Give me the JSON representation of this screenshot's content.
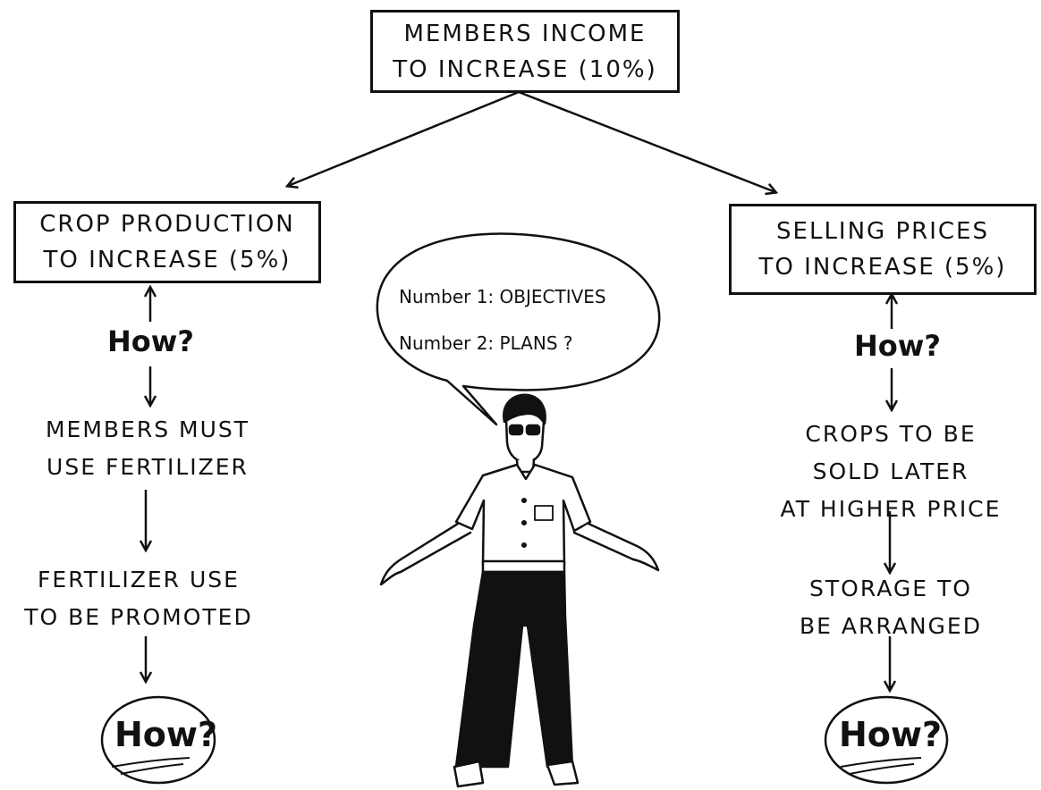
{
  "top_box": {
    "line1": "MEMBERS INCOME",
    "line2": "TO INCREASE (10%)"
  },
  "left_box": {
    "line1": "CROP PRODUCTION",
    "line2": "TO INCREASE (5%)"
  },
  "right_box": {
    "line1": "SELLING PRICES",
    "line2": "TO INCREASE (5%)"
  },
  "left_how": "How?",
  "right_how": "How?",
  "left_steps": [
    {
      "line1": "MEMBERS MUST",
      "line2": "USE FERTILIZER"
    },
    {
      "line1": "FERTILIZER USE",
      "line2": "TO BE PROMOTED"
    }
  ],
  "right_steps": [
    {
      "line1": "CROPS TO BE",
      "line2": "SOLD LATER",
      "line3": "AT HIGHER PRICE"
    },
    {
      "line1": "STORAGE TO",
      "line2": "BE ARRANGED"
    }
  ],
  "left_oval_label": "How?",
  "right_oval_label": "How?",
  "speech_bubble": {
    "line1": "Number 1: OBJECTIVES",
    "line2": "Number 2: PLANS ?"
  }
}
